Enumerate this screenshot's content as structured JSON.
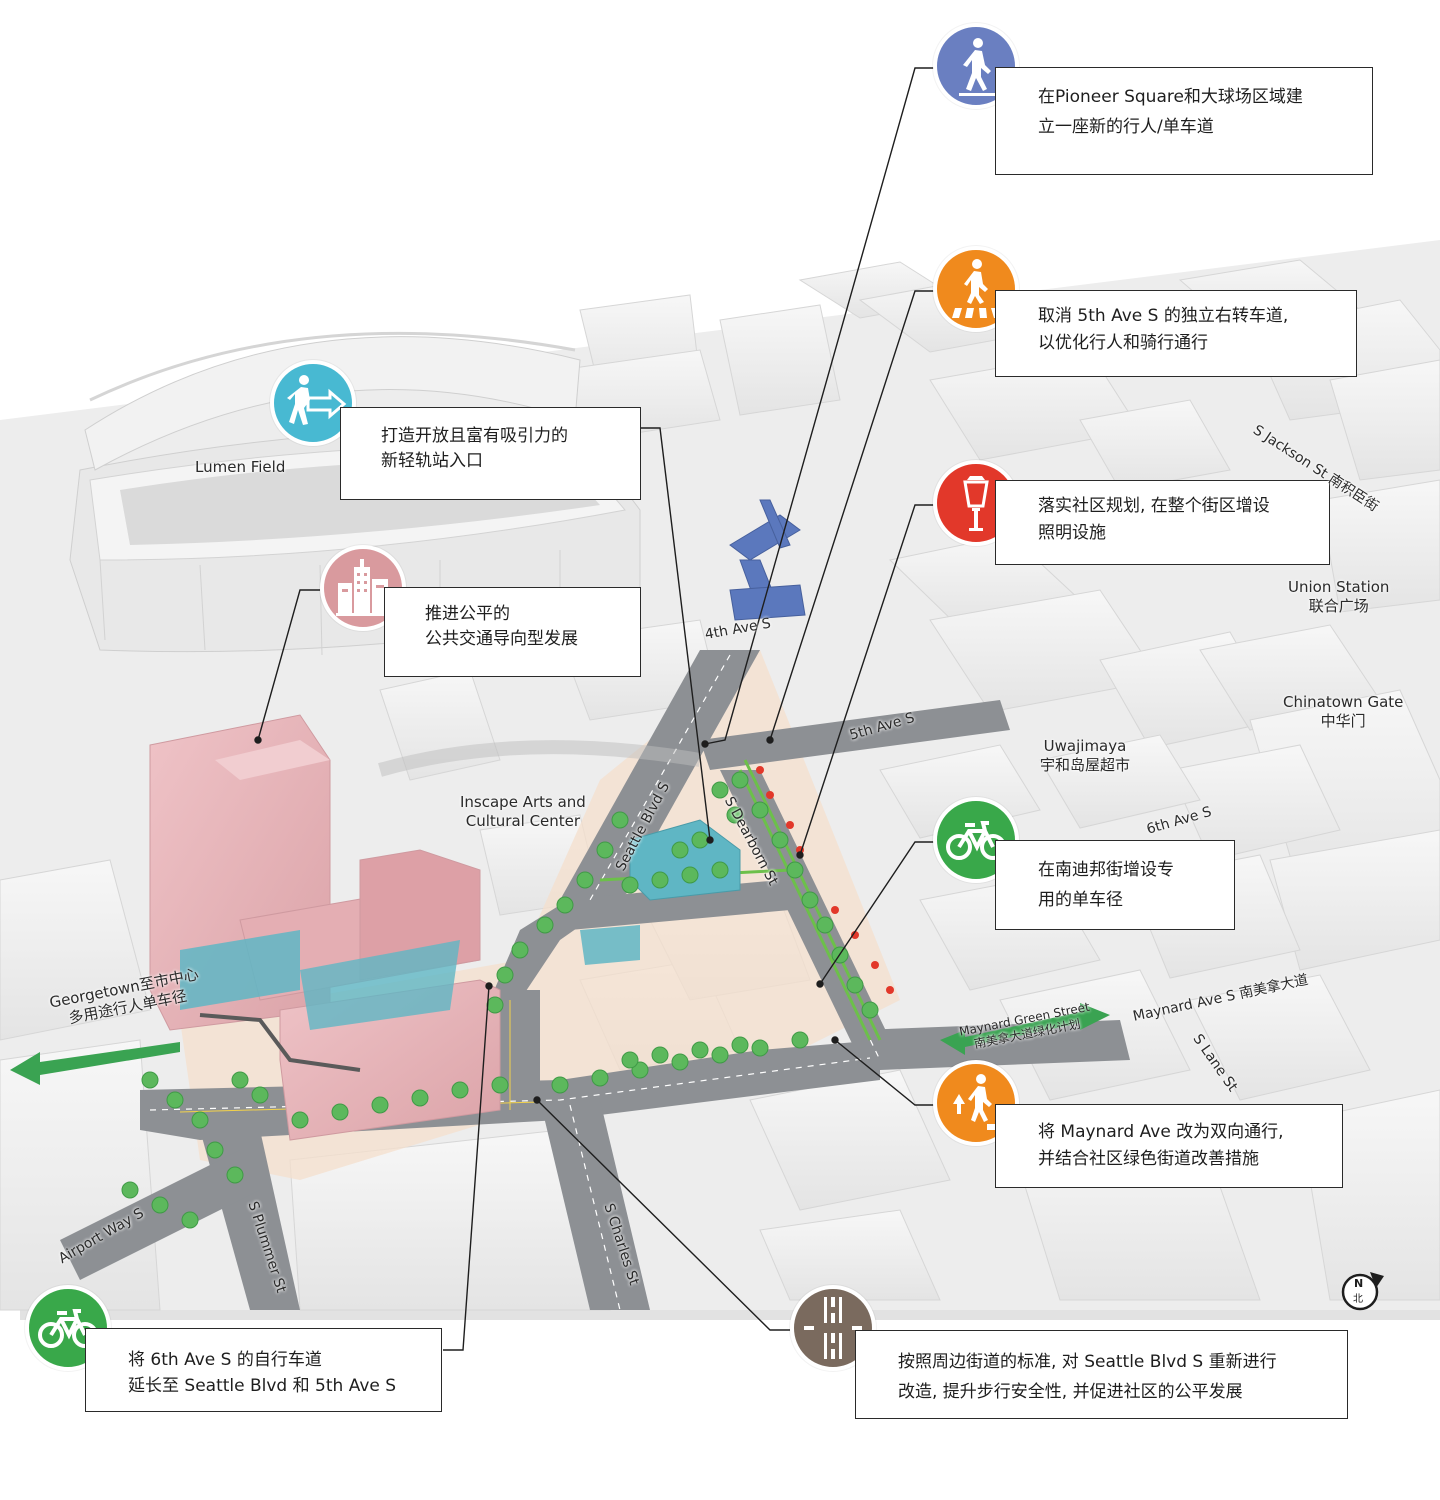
{
  "colors": {
    "pedestrian_blue": "#6a7fc1",
    "crossing_orange": "#f08a1d",
    "lighting_red": "#e2382a",
    "bike_green": "#39a84a",
    "transit_teal": "#48b9d2",
    "tod_pink": "#d99a9e",
    "road_brown": "#7a6a5e",
    "development_pink": "#e6b2b7",
    "transit_station_teal": "#5fb6c4",
    "greenway_arrow": "#3aa352",
    "pedbridge_blue": "#5b78bd"
  },
  "callouts": {
    "pedestrian_bridge": {
      "icon": "pedestrian-icon",
      "lines": [
        "在Pioneer Square和大球场区域建",
        "立一座新的行人/单车道"
      ]
    },
    "right_turn": {
      "icon": "crosswalk-pedestrian-icon",
      "lines": [
        "取消 5th Ave S 的独立右转车道,",
        "以优化行人和骑行通行"
      ]
    },
    "lighting": {
      "icon": "street-lamp-icon",
      "lines": [
        "落实社区规划, 在整个街区增设",
        "照明设施"
      ]
    },
    "dearborn_bike": {
      "icon": "bicycle-icon",
      "lines": [
        "在南迪邦街增设专",
        "用的单车径"
      ]
    },
    "maynard": {
      "icon": "two-way-pedestrian-icon",
      "lines": [
        "将 Maynard Ave 改为双向通行,",
        "并结合社区绿色街道改善措施"
      ]
    },
    "seattle_blvd": {
      "icon": "road-icon",
      "lines": [
        "按照周边街道的标准, 对 Seattle Blvd S 重新进行",
        "改造, 提升步行安全性, 并促进社区的公平发展"
      ]
    },
    "sixth_ave_bike": {
      "icon": "bicycle-icon",
      "lines": [
        "将 6th Ave S 的自行车道",
        "延长至 Seattle Blvd 和 5th Ave S"
      ]
    },
    "station_entrance": {
      "icon": "station-entrance-icon",
      "lines": [
        "打造开放且富有吸引力的",
        "新轻轨站入口"
      ]
    },
    "tod": {
      "icon": "buildings-icon",
      "lines": [
        "推进公平的",
        "公共交通导向型发展"
      ]
    }
  },
  "places": {
    "lumen_field": "Lumen Field",
    "union_station": [
      "Union Station",
      "联合广场"
    ],
    "chinatown_gate": [
      "Chinatown Gate",
      "中华门"
    ],
    "uwajimaya": [
      "Uwajimaya",
      "宇和岛屋超市"
    ],
    "inscape": [
      "Inscape Arts and",
      "Cultural Center"
    ],
    "georgetown": [
      "Georgetown至市中心",
      "多用途行人单车径"
    ],
    "maynard_green": [
      "Maynard Green Street",
      "南美拿大道绿化计划"
    ]
  },
  "streets": {
    "jackson": "S Jackson St 南积臣街",
    "fourth_ave": "4th Ave S",
    "fifth_ave": "5th Ave S",
    "sixth_ave": "6th Ave S",
    "seattle_blvd": "Seattle Blvd S",
    "dearborn": "S Dearborn St",
    "maynard": "Maynard Ave S 南美拿大道",
    "lane": "S Lane St",
    "charles": "S Charles St",
    "plummer": "S Plummer St",
    "airport": "Airport Way S"
  },
  "compass": {
    "letter": "N",
    "sub": "北"
  }
}
